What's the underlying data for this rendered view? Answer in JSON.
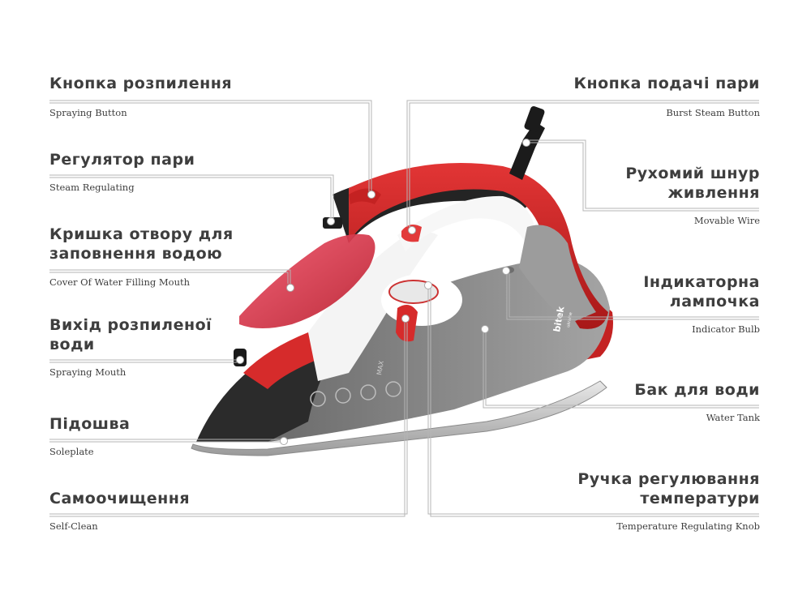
{
  "brand": {
    "name": "bitek",
    "sub": "ukraine"
  },
  "iron_markings": {
    "max": "MAX"
  },
  "colors": {
    "body_red": "#d62b2b",
    "body_gray": "#8a8a8a",
    "dark_gray": "#3a3a3a",
    "water_red": "#e23a4a",
    "leader_line": "#b5b5b5",
    "text": "#3e3e3e"
  },
  "labels": [
    {
      "key": "spraying_button",
      "ua": [
        "Кнопка розпилення"
      ],
      "en": "Spraying Button"
    },
    {
      "key": "steam_regulating",
      "ua": [
        "Регулятор пари"
      ],
      "en": "Steam Regulating"
    },
    {
      "key": "cover_water",
      "ua": [
        "Кришка отвору для",
        "заповнення водою"
      ],
      "en": "Cover Of Water Filling Mouth"
    },
    {
      "key": "spraying_mouth",
      "ua": [
        "Вихід розпиленої",
        "води"
      ],
      "en": "Spraying Mouth"
    },
    {
      "key": "soleplate",
      "ua": [
        "Підошва"
      ],
      "en": "Soleplate"
    },
    {
      "key": "self_clean",
      "ua": [
        "Самоочищення"
      ],
      "en": "Self-Clean"
    },
    {
      "key": "burst_steam",
      "ua": [
        "Кнопка подачі пари"
      ],
      "en": "Burst Steam Button"
    },
    {
      "key": "movable_wire",
      "ua": [
        "Рухомий шнур",
        "живлення"
      ],
      "en": "Movable Wire"
    },
    {
      "key": "indicator_bulb",
      "ua": [
        "Індикаторна",
        "лампочка"
      ],
      "en": "Indicator Bulb"
    },
    {
      "key": "water_tank",
      "ua": [
        "Бак для води"
      ],
      "en": "Water Tank"
    },
    {
      "key": "temp_knob",
      "ua": [
        "Ручка регулювання",
        "температури"
      ],
      "en": "Temperature Regulating Knob"
    }
  ]
}
